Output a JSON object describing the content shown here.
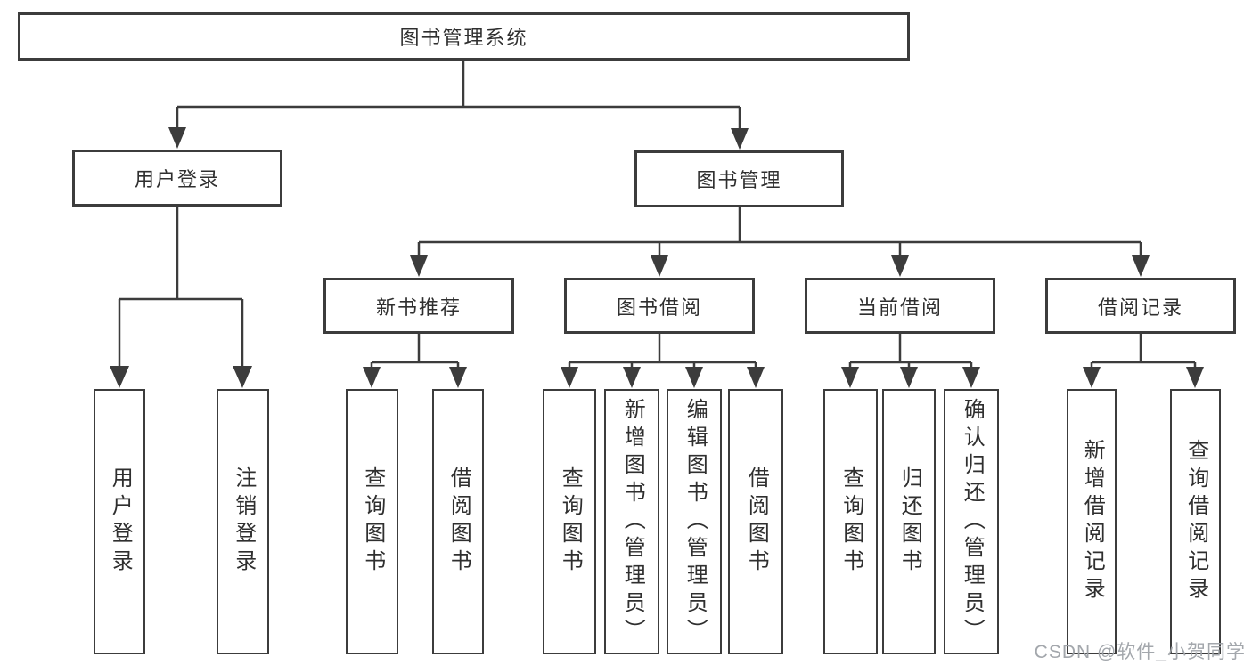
{
  "diagram": {
    "title": "图书管理系统",
    "branches": [
      {
        "label": "用户登录",
        "children": [
          {
            "label": "用户登录"
          },
          {
            "label": "注销登录"
          }
        ]
      },
      {
        "label": "图书管理",
        "groups": [
          {
            "label": "新书推荐",
            "children": [
              {
                "label": "查询图书"
              },
              {
                "label": "借阅图书"
              }
            ]
          },
          {
            "label": "图书借阅",
            "children": [
              {
                "label": "查询图书"
              },
              {
                "label": "新增图书（管理员）"
              },
              {
                "label": "编辑图书（管理员）"
              },
              {
                "label": "借阅图书"
              }
            ]
          },
          {
            "label": "当前借阅",
            "children": [
              {
                "label": "查询图书"
              },
              {
                "label": "归还图书"
              },
              {
                "label": "确认归还（管理员）"
              }
            ]
          },
          {
            "label": "借阅记录",
            "children": [
              {
                "label": "新增借阅记录"
              },
              {
                "label": "查询借阅记录"
              }
            ]
          }
        ]
      }
    ]
  },
  "watermark": {
    "text": "CSDN @软件_小贺同学"
  },
  "colors": {
    "line": "#3c3c3c",
    "text": "#2f2f2f",
    "watermark": "#9ea2a8"
  }
}
